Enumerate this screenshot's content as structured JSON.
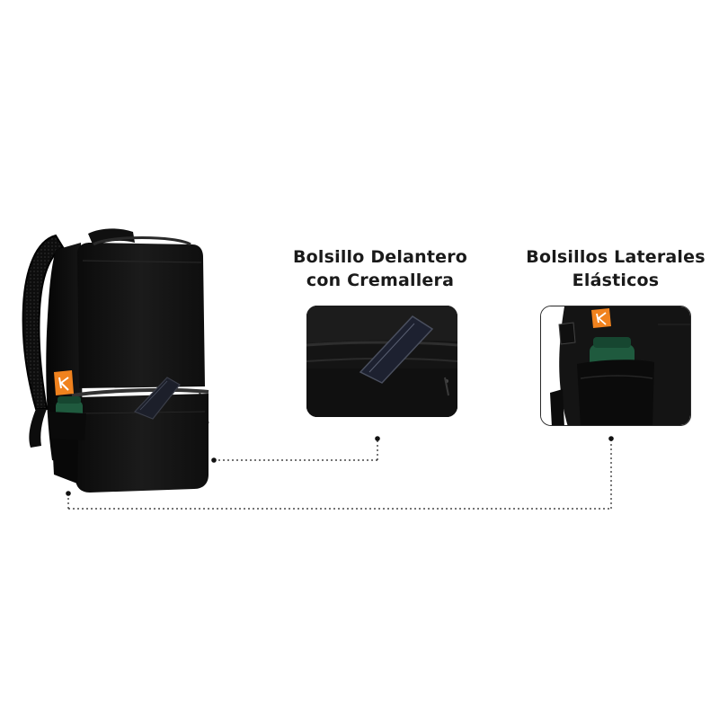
{
  "callouts": [
    {
      "line1": "Bolsillo Delantero",
      "line2": "con Cremallera"
    },
    {
      "line1": "Bolsillos Laterales",
      "line2": "Elásticos"
    }
  ],
  "colors": {
    "background": "#ffffff",
    "bag": "#151515",
    "accent_logo": "#f0821e",
    "bottle": "#1f5a3e",
    "connector": "#222222"
  },
  "icons": [
    "brand-logo-icon"
  ]
}
